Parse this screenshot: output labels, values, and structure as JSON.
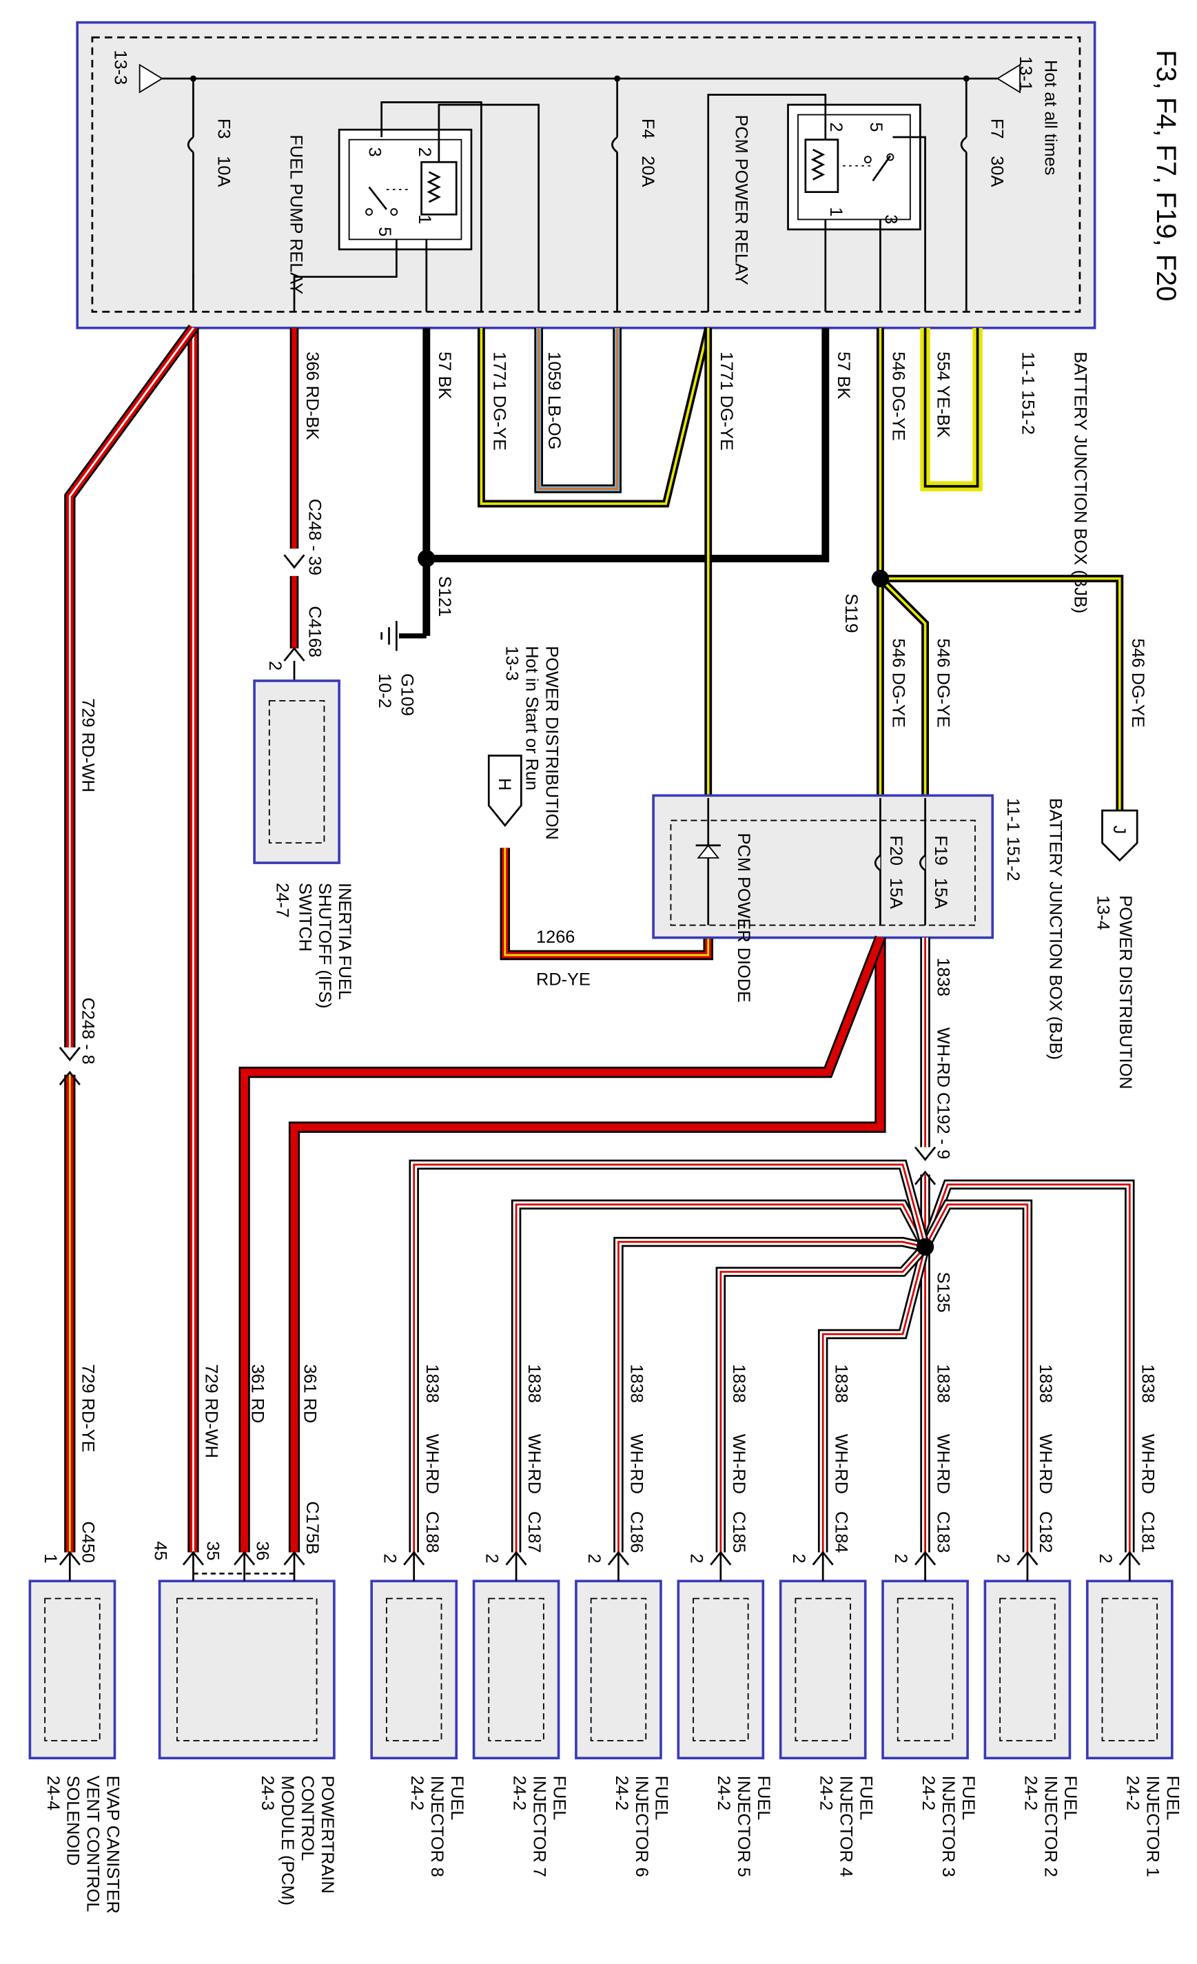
{
  "page_title": "F3, F4, F7, F19, F20",
  "colors": {
    "box_border": "#3a3ab8",
    "box_fill": "#ebebeb",
    "wire_red": "#d80000",
    "wire_black": "#000000",
    "wire_yellow": "#e6e600",
    "wire_dark_green": "#2e6b2e",
    "wire_light_blue": "#7fa8d0",
    "wire_orange": "#d8741a",
    "wire_white": "#ffffff"
  },
  "bjb_top": {
    "name": "BATTERY JUNCTION BOX (BJB)",
    "ref": "11-1  151-2",
    "hot_label": "Hot at all times",
    "ref_13_1": "13-1",
    "ref_13_3": "13-3",
    "fuses": [
      {
        "id": "F3",
        "rating": "10A"
      },
      {
        "id": "F4",
        "rating": "20A"
      },
      {
        "id": "F7",
        "rating": "30A"
      }
    ],
    "fuel_pump_relay": "FUEL PUMP RELAY",
    "pcm_power_relay": "PCM POWER RELAY",
    "pin_labels": [
      "3",
      "2",
      "1",
      "5",
      "2",
      "5",
      "1",
      "3"
    ]
  },
  "bjb_lower": {
    "name": "BATTERY JUNCTION BOX (BJB)",
    "ref": "11-1  151-2",
    "diode": "PCM POWER DIODE",
    "fuses": [
      {
        "id": "F19",
        "rating": "15A"
      },
      {
        "id": "F20",
        "rating": "15A"
      }
    ]
  },
  "wires": {
    "w366": "366   RD-BK",
    "w57a": "57   BK",
    "w1771a": "1771   DG-YE",
    "w1059": "1059   LB-OG",
    "w1771b": "1771   DG-YE",
    "w57b": "57   BK",
    "w546a": "546   DG-YE",
    "w554": "554   YE-BK",
    "w546b": "546   DG-YE",
    "w546c": "546   DG-YE",
    "w546d": "546   DG-YE",
    "w1838": "1838",
    "w1838_color": "WH-RD",
    "w1266": "1266",
    "w1266_color": "RD-YE",
    "w729a": "729   RD-WH",
    "w729b": "729   RD-YE",
    "w729c": "729   RD-WH",
    "w361a": "361   RD",
    "w361b": "361   RD"
  },
  "splices": {
    "s121": "S121",
    "s119": "S119",
    "s135": "S135"
  },
  "ground": {
    "id": "G109",
    "ref": "10-2"
  },
  "connectors": {
    "c248_39": "C248 - 39",
    "c4168": "C4168",
    "c248_8": "C248 - 8",
    "c192_9": "C192 - 9",
    "c450": "C450",
    "c175b": "C175B"
  },
  "power_dist_h": {
    "tag": "H",
    "text": "POWER DISTRIBUTION",
    "sub": "Hot in Start or Run",
    "ref": "13-3"
  },
  "power_dist_j": {
    "tag": "J",
    "text": "POWER DISTRIBUTION",
    "ref": "13-4"
  },
  "ifs_switch": {
    "name1": "INERTIA FUEL",
    "name2": "SHUTOFF (IFS)",
    "name3": "SWITCH",
    "ref": "24-7",
    "pin": "2"
  },
  "injectors": [
    {
      "name": "FUEL INJECTOR 1",
      "ref": "24-2",
      "conn": "C181",
      "pin": "2"
    },
    {
      "name": "FUEL INJECTOR 2",
      "ref": "24-2",
      "conn": "C182",
      "pin": "2"
    },
    {
      "name": "FUEL INJECTOR 3",
      "ref": "24-2",
      "conn": "C183",
      "pin": "2"
    },
    {
      "name": "FUEL INJECTOR 4",
      "ref": "24-2",
      "conn": "C184",
      "pin": "2"
    },
    {
      "name": "FUEL INJECTOR 5",
      "ref": "24-2",
      "conn": "C185",
      "pin": "2"
    },
    {
      "name": "FUEL INJECTOR 6",
      "ref": "24-2",
      "conn": "C186",
      "pin": "2"
    },
    {
      "name": "FUEL INJECTOR 7",
      "ref": "24-2",
      "conn": "C187",
      "pin": "2"
    },
    {
      "name": "FUEL INJECTOR 8",
      "ref": "24-2",
      "conn": "C188",
      "pin": "2"
    }
  ],
  "pcm": {
    "name1": "POWERTRAIN",
    "name2": "CONTROL",
    "name3": "MODULE (PCM)",
    "ref": "24-3",
    "pins": [
      "36",
      "35",
      "45"
    ]
  },
  "evap": {
    "name1": "EVAP CANISTER",
    "name2": "VENT CONTROL",
    "name3": "SOLENOID",
    "ref": "24-4",
    "pin": "1"
  }
}
